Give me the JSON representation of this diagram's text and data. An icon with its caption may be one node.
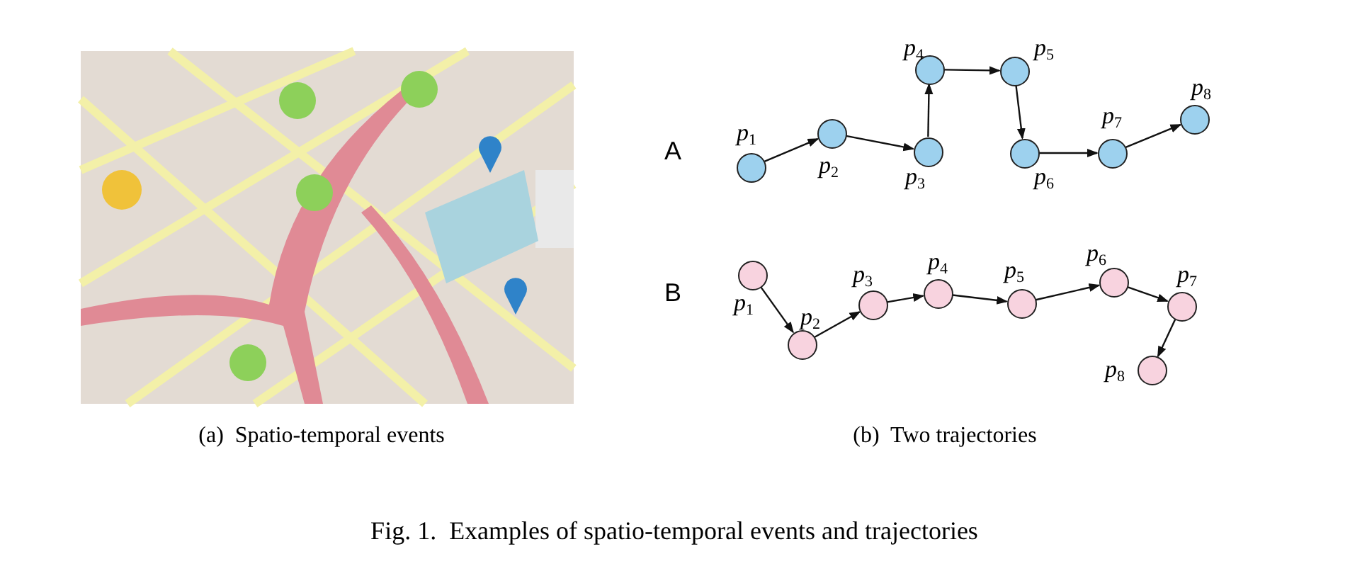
{
  "diagram": {
    "caption": "Fig. 1.  Examples of spatio-temporal events and trajectories",
    "nodes": [
      {
        "text": [],
        "shape": "circle",
        "beside": [
          "p$_{1}$"
        ]
      },
      {
        "text": [],
        "shape": "circle",
        "beside": [
          "p$_{2}$"
        ]
      },
      {
        "text": [],
        "shape": "circle",
        "beside": [
          "p$_{3}$"
        ]
      },
      {
        "text": [],
        "shape": "circle",
        "beside": [
          "p$_{4}$"
        ]
      },
      {
        "text": [],
        "shape": "circle",
        "beside": [
          "p$_{5}$"
        ]
      },
      {
        "text": [],
        "shape": "circle",
        "beside": [
          "p$_{6}$"
        ]
      },
      {
        "text": [],
        "shape": "circle",
        "beside": [
          "p$_{7}$"
        ]
      },
      {
        "text": [],
        "shape": "circle",
        "beside": [
          "p$_{8}$"
        ]
      },
      {
        "text": [],
        "shape": "circle",
        "beside": [
          "p$_{1}$"
        ]
      },
      {
        "text": [],
        "shape": "circle",
        "beside": [
          "p$_{2}$"
        ]
      },
      {
        "text": [],
        "shape": "circle",
        "beside": [
          "p$_{3}$"
        ]
      },
      {
        "text": [],
        "shape": "circle",
        "beside": [
          "p$_{4}$"
        ]
      },
      {
        "text": [],
        "shape": "circle",
        "beside": [
          "p$_{5}$"
        ]
      },
      {
        "text": [],
        "shape": "circle",
        "beside": [
          "p$_{6}$"
        ]
      },
      {
        "text": [],
        "shape": "circle",
        "beside": [
          "p$_{7}$"
        ]
      },
      {
        "text": [],
        "shape": "circle",
        "beside": [
          "p$_{8}$"
        ]
      }
    ],
    "edges": [
      {
        "from": 0,
        "to": 1,
        "arrow": "to"
      },
      {
        "from": 1,
        "to": 2,
        "arrow": "to"
      },
      {
        "from": 2,
        "to": 3,
        "arrow": "to"
      },
      {
        "from": 3,
        "to": 4,
        "arrow": "to"
      },
      {
        "from": 4,
        "to": 5,
        "arrow": "to"
      },
      {
        "from": 5,
        "to": 6,
        "arrow": "to"
      },
      {
        "from": 6,
        "to": 7,
        "arrow": "to"
      },
      {
        "from": 8,
        "to": 9,
        "arrow": "to"
      },
      {
        "from": 9,
        "to": 10,
        "arrow": "to"
      },
      {
        "from": 10,
        "to": 11,
        "arrow": "to"
      },
      {
        "from": 11,
        "to": 12,
        "arrow": "to"
      },
      {
        "from": 12,
        "to": 13,
        "arrow": "to"
      },
      {
        "from": 13,
        "to": 14,
        "arrow": "to"
      },
      {
        "from": 14,
        "to": 15,
        "arrow": "to"
      }
    ],
    "labels": [
      "A",
      "B",
      "(a)  Spatio-temporal events",
      "(b)  Two trajectories"
    ]
  }
}
